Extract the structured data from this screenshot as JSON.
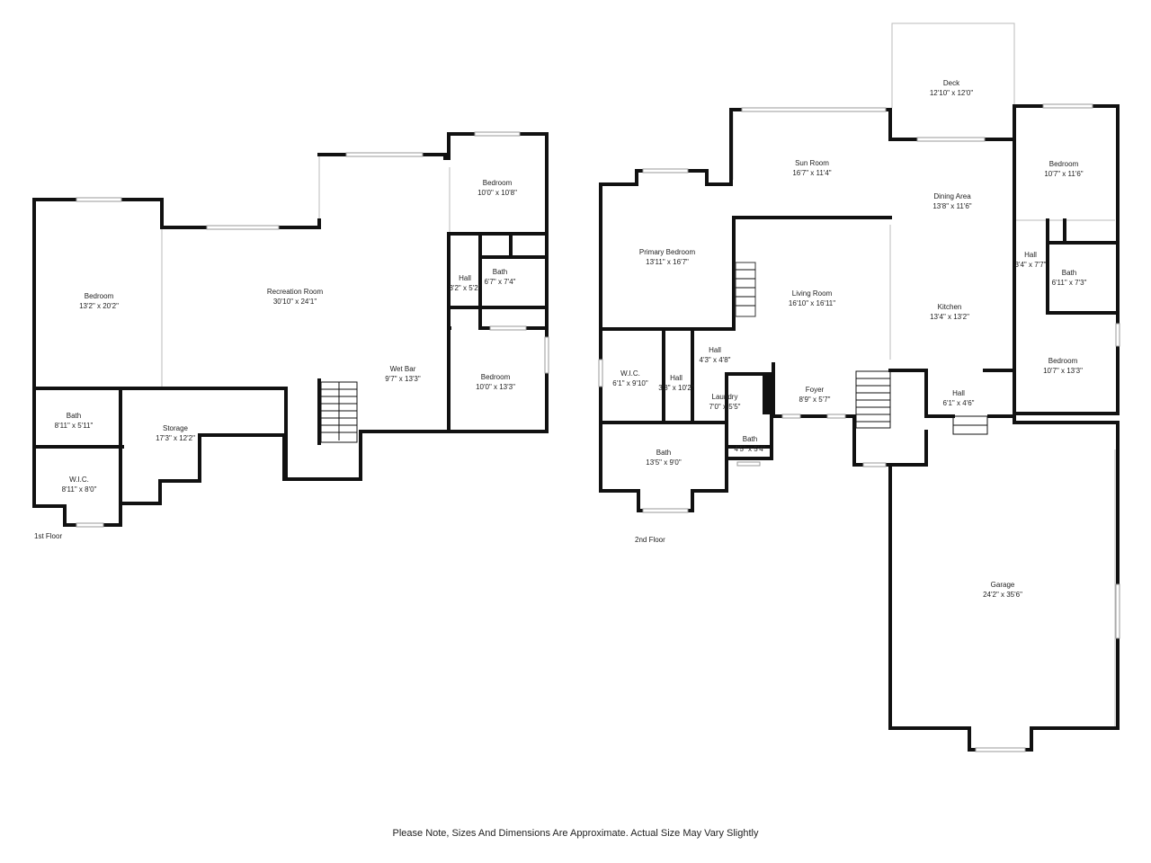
{
  "floors": [
    {
      "label": "1st Floor"
    },
    {
      "label": "2nd Floor"
    }
  ],
  "rooms": {
    "f1_bedroom_left": {
      "name": "Bedroom",
      "dims": "13'2\" x 20'2\""
    },
    "f1_recreation": {
      "name": "Recreation Room",
      "dims": "30'10\" x 24'1\""
    },
    "f1_bedroom_top": {
      "name": "Bedroom",
      "dims": "10'0\" x 10'8\""
    },
    "f1_hall": {
      "name": "Hall",
      "dims": "3'2\" x 5'2\""
    },
    "f1_bath_mid": {
      "name": "Bath",
      "dims": "6'7\" x 7'4\""
    },
    "f1_wetbar": {
      "name": "Wet Bar",
      "dims": "9'7\" x 13'3\""
    },
    "f1_bedroom_bottom": {
      "name": "Bedroom",
      "dims": "10'0\" x 13'3\""
    },
    "f1_bath_left": {
      "name": "Bath",
      "dims": "8'11\" x 5'11\""
    },
    "f1_storage": {
      "name": "Storage",
      "dims": "17'3\" x 12'2\""
    },
    "f1_wic": {
      "name": "W.I.C.",
      "dims": "8'11\" x 8'0\""
    },
    "f2_deck": {
      "name": "Deck",
      "dims": "12'10\" x 12'0\""
    },
    "f2_sunroom": {
      "name": "Sun Room",
      "dims": "16'7\" x 11'4\""
    },
    "f2_bedroom_tr": {
      "name": "Bedroom",
      "dims": "10'7\" x 11'6\""
    },
    "f2_dining": {
      "name": "Dining Area",
      "dims": "13'8\" x 11'6\""
    },
    "f2_primary": {
      "name": "Primary Bedroom",
      "dims": "13'11\" x 16'7\""
    },
    "f2_living": {
      "name": "Living Room",
      "dims": "16'10\" x 16'11\""
    },
    "f2_hall_right": {
      "name": "Hall",
      "dims": "3'4\" x 7'7\""
    },
    "f2_bath_right": {
      "name": "Bath",
      "dims": "6'11\" x 7'3\""
    },
    "f2_kitchen": {
      "name": "Kitchen",
      "dims": "13'4\" x 13'2\""
    },
    "f2_hall_small": {
      "name": "Hall",
      "dims": "4'3\" x 4'8\""
    },
    "f2_wic": {
      "name": "W.I.C.",
      "dims": "6'1\" x 9'10\""
    },
    "f2_hall_mid": {
      "name": "Hall",
      "dims": "3'3\" x 10'2\""
    },
    "f2_bedroom_mr": {
      "name": "Bedroom",
      "dims": "10'7\" x 13'3\""
    },
    "f2_laundry": {
      "name": "Laundry",
      "dims": "7'0\" x 5'5\""
    },
    "f2_foyer": {
      "name": "Foyer",
      "dims": "8'9\" x 5'7\""
    },
    "f2_hall_entry": {
      "name": "Hall",
      "dims": "6'1\" x 4'6\""
    },
    "f2_bath_small": {
      "name": "Bath",
      "dims": "4'5\" x 5'4\""
    },
    "f2_bath_bottom": {
      "name": "Bath",
      "dims": "13'5\" x 9'0\""
    },
    "f2_garage": {
      "name": "Garage",
      "dims": "24'2\" x 35'6\""
    }
  },
  "note": "Please Note, Sizes And Dimensions Are Approximate. Actual Size May Vary Slightly"
}
